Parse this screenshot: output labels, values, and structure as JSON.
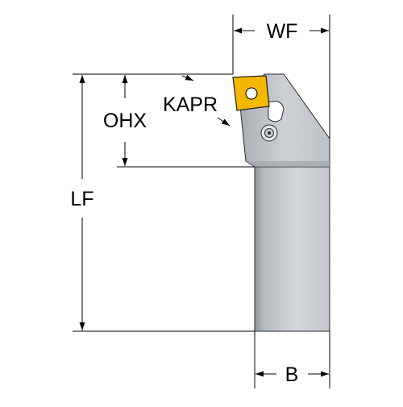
{
  "diagram": {
    "labels": {
      "wf": "WF",
      "ohx": "OHX",
      "kapr": "KAPR",
      "lf": "LF",
      "b": "B"
    },
    "colors": {
      "background": "#ffffff",
      "line": "#000000",
      "insert": "#f5b800",
      "insert_outline": "#1a1a1a",
      "holder_light": "#d2d6da",
      "holder_mid": "#b4b9be",
      "holder_dark": "#8c9298",
      "holder_outline": "#2a2a2a"
    }
  }
}
